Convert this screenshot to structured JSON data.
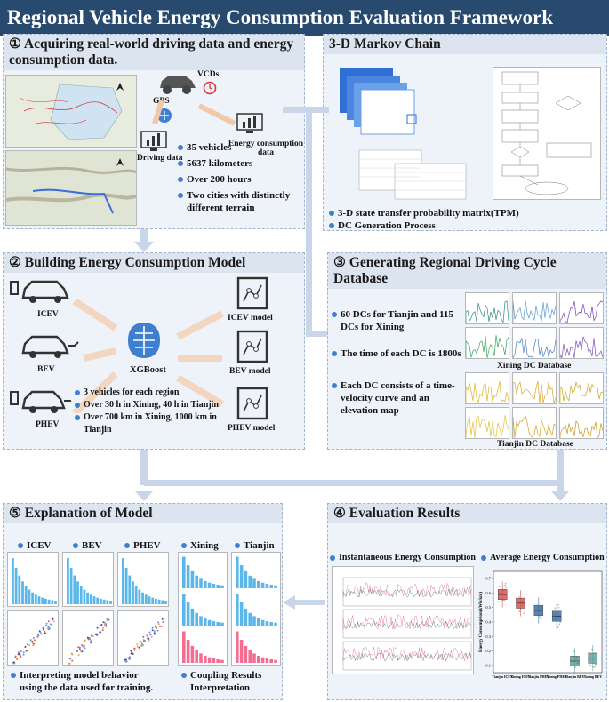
{
  "title": "Regional Vehicle Energy Consumption Evaluation Framework",
  "s1": {
    "heading": "① Acquiring real-world driving data and energy consumption data.",
    "gps": "GPS",
    "vcds": "VCDs",
    "energy_data": "Energy consumption data",
    "driving_data": "Driving data",
    "bullets": [
      "35 vehicles",
      "5637 kilometers",
      "Over 200 hours",
      "Two cities with distinctly different terrain"
    ]
  },
  "s_markov": {
    "heading": "3-D Markov Chain",
    "bullets": [
      "3-D state transfer probability matrix(TPM)",
      "DC Generation Process"
    ]
  },
  "s2": {
    "heading": "② Building Energy Consumption Model",
    "vehicles": [
      "ICEV",
      "BEV",
      "PHEV"
    ],
    "center": "XGBoost",
    "models": [
      "ICEV model",
      "BEV model",
      "PHEV model"
    ],
    "bullets": [
      "3 vehicles for each region",
      "Over 30 h in Xining, 40 h in Tianjin",
      "Over 700 km in Xining, 1000 km in Tianjin"
    ]
  },
  "s3": {
    "heading": "③ Generating Regional Driving Cycle Database",
    "bullets": [
      "60 DCs for Tianjin and 115 DCs for Xining",
      "The time of each DC is 1800s",
      "Each DC consists of a time-velocity curve and an elevation map"
    ],
    "xining_label": "Xining DC Database",
    "tianjin_label": "Tianjin DC Database"
  },
  "s5": {
    "heading": "⑤ Explanation of Model",
    "cols": [
      "ICEV",
      "BEV",
      "PHEV",
      "Xining",
      "Tianjin"
    ],
    "bullets": [
      "Interpreting model behavior using the data used for training.",
      "Coupling Results Interpretation"
    ]
  },
  "s4": {
    "heading": "④ Evaluation Results",
    "sub": [
      "Instantaneous Energy Consumption",
      "Average Energy Consumption"
    ],
    "chart_data": {
      "type": "box",
      "ylabel": "Energy Consumption(kWh/km)",
      "categories": [
        "Tianjin ICEV",
        "Xining ICEV",
        "Tianjin PHEV",
        "Xining PHEV",
        "Tianjin BEV",
        "Xining BEV"
      ],
      "medians": [
        0.59,
        0.53,
        0.48,
        0.44,
        0.13,
        0.15
      ],
      "colors": [
        "#d9534f",
        "#d9534f",
        "#3b6ea8",
        "#3b6ea8",
        "#5aa7a0",
        "#5aa7a0"
      ],
      "yticks": [
        0.1,
        0.2,
        0.3,
        0.4,
        0.5,
        0.6,
        0.7
      ]
    }
  },
  "colors": {
    "accent": "#3f7fd0",
    "title_bg": "#274a6e",
    "panel_bg": "#eef2f9"
  }
}
